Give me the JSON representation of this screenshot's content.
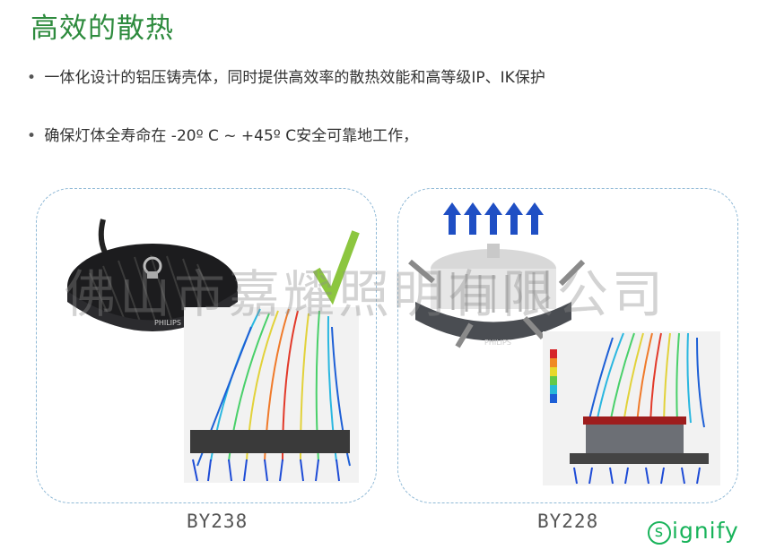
{
  "page": {
    "title": "高效的散热",
    "bullets": [
      "一体化设计的铝压铸壳体，同时提供高效率的散热效能和高等级IP、IK保护",
      "确保灯体全寿命在 -20º C ~ +45º C安全可靠地工作，"
    ],
    "bullet_symbol": "•"
  },
  "products": [
    {
      "caption": "BY238",
      "brand_mark": "PHILIPS",
      "check_color": "#8cc63f"
    },
    {
      "caption": "BY228",
      "brand_mark": "PHILIPS",
      "arrow_color": "#1f4fc4"
    }
  ],
  "watermark": "佛山市嘉耀照明有限公司",
  "logo": {
    "s": "s",
    "rest": "ignify",
    "color": "#18b35a"
  }
}
